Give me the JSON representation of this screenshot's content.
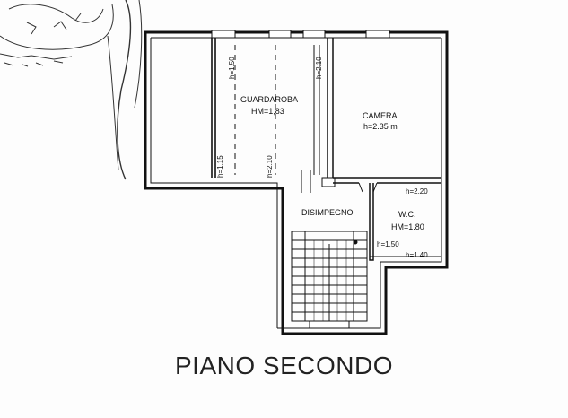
{
  "plan": {
    "title": "PIANO SECONDO",
    "rooms": [
      {
        "name": "GUARDAROBA",
        "height": "HM=1,83"
      },
      {
        "name": "CAMERA",
        "height": "h=2.35 m"
      },
      {
        "name": "DISIMPEGNO",
        "height": ""
      },
      {
        "name": "W.C.",
        "height": "HM=1.80"
      }
    ],
    "heights": [
      "h=1.50",
      "h=2.10",
      "h=1.15",
      "h=2.10",
      "h=2.20",
      "h=1.50",
      "h=1.40"
    ]
  }
}
